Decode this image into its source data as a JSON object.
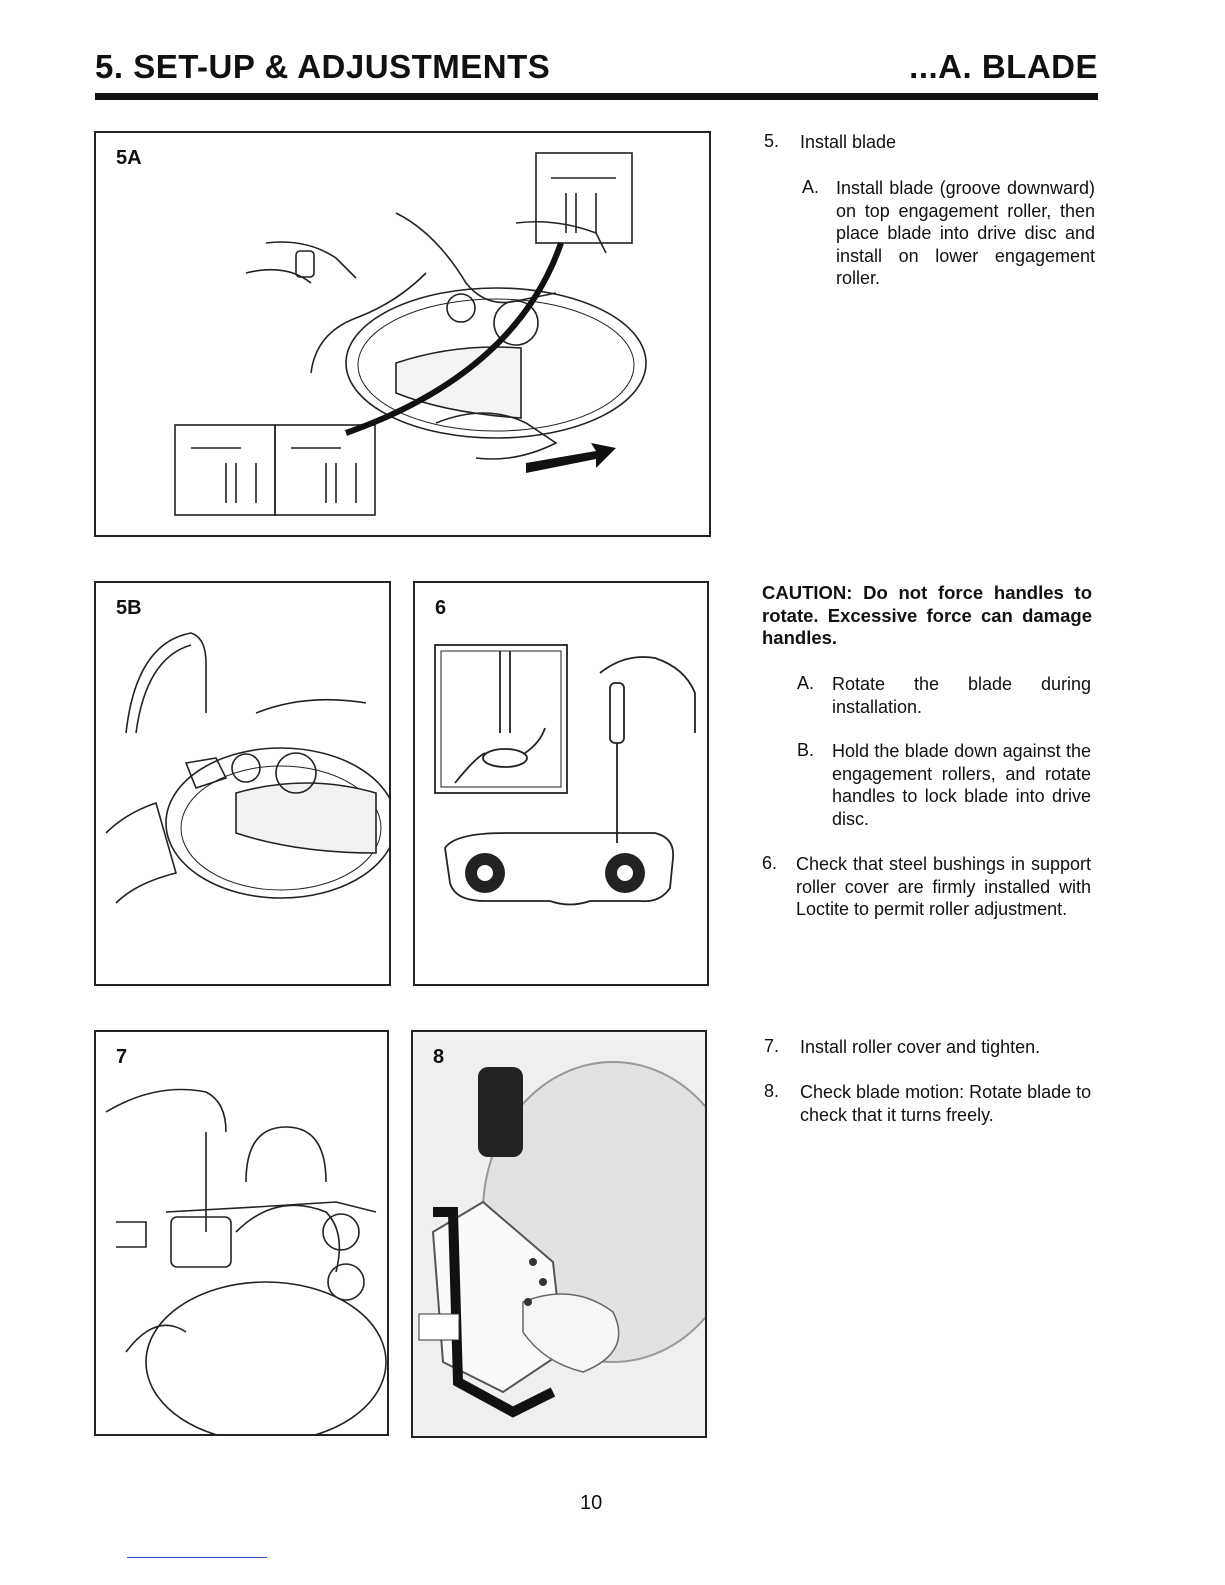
{
  "header": {
    "left_title": "5. SET-UP & ADJUSTMENTS",
    "right_title": "...A. BLADE"
  },
  "figures": {
    "fig5a": "5A",
    "fig5b": "5B",
    "fig6": "6",
    "fig7": "7",
    "fig8": "8"
  },
  "steps": {
    "s5_num": "5.",
    "s5_text": "Install blade",
    "s5a_num": "A.",
    "s5a_text": "Install blade (groove downward) on top engagement roller, then place blade into drive disc and install on lower engagement roller.",
    "caution": "CAUTION: Do not force handles to rotate. Excessive force can damage handles.",
    "ca_num": "A.",
    "ca_text": "Rotate the blade during installation.",
    "cb_num": "B.",
    "cb_text": "Hold the blade down against the engagement rollers, and rotate handles to lock blade into drive disc.",
    "s6_num": "6.",
    "s6_text": "Check that steel bushings in support roller cover are firmly installed with Loctite to permit roller adjustment.",
    "s7_num": "7.",
    "s7_text": "Install roller cover and tighten.",
    "s8_num": "8.",
    "s8_text": "Check blade motion: Rotate blade to check that it turns freely."
  },
  "page_number": "10"
}
